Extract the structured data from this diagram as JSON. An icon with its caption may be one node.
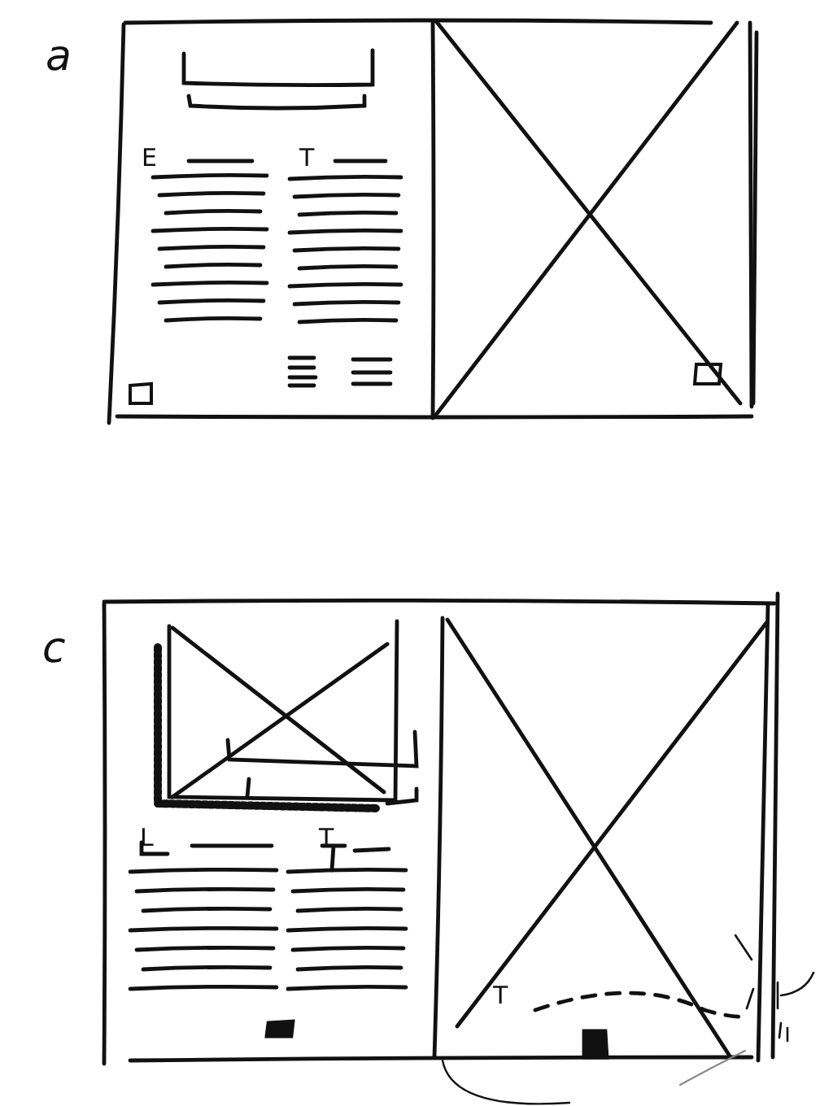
{
  "diagram": {
    "labels": [
      "a",
      "E",
      "T",
      "c",
      "L",
      "T",
      "T"
    ]
  }
}
